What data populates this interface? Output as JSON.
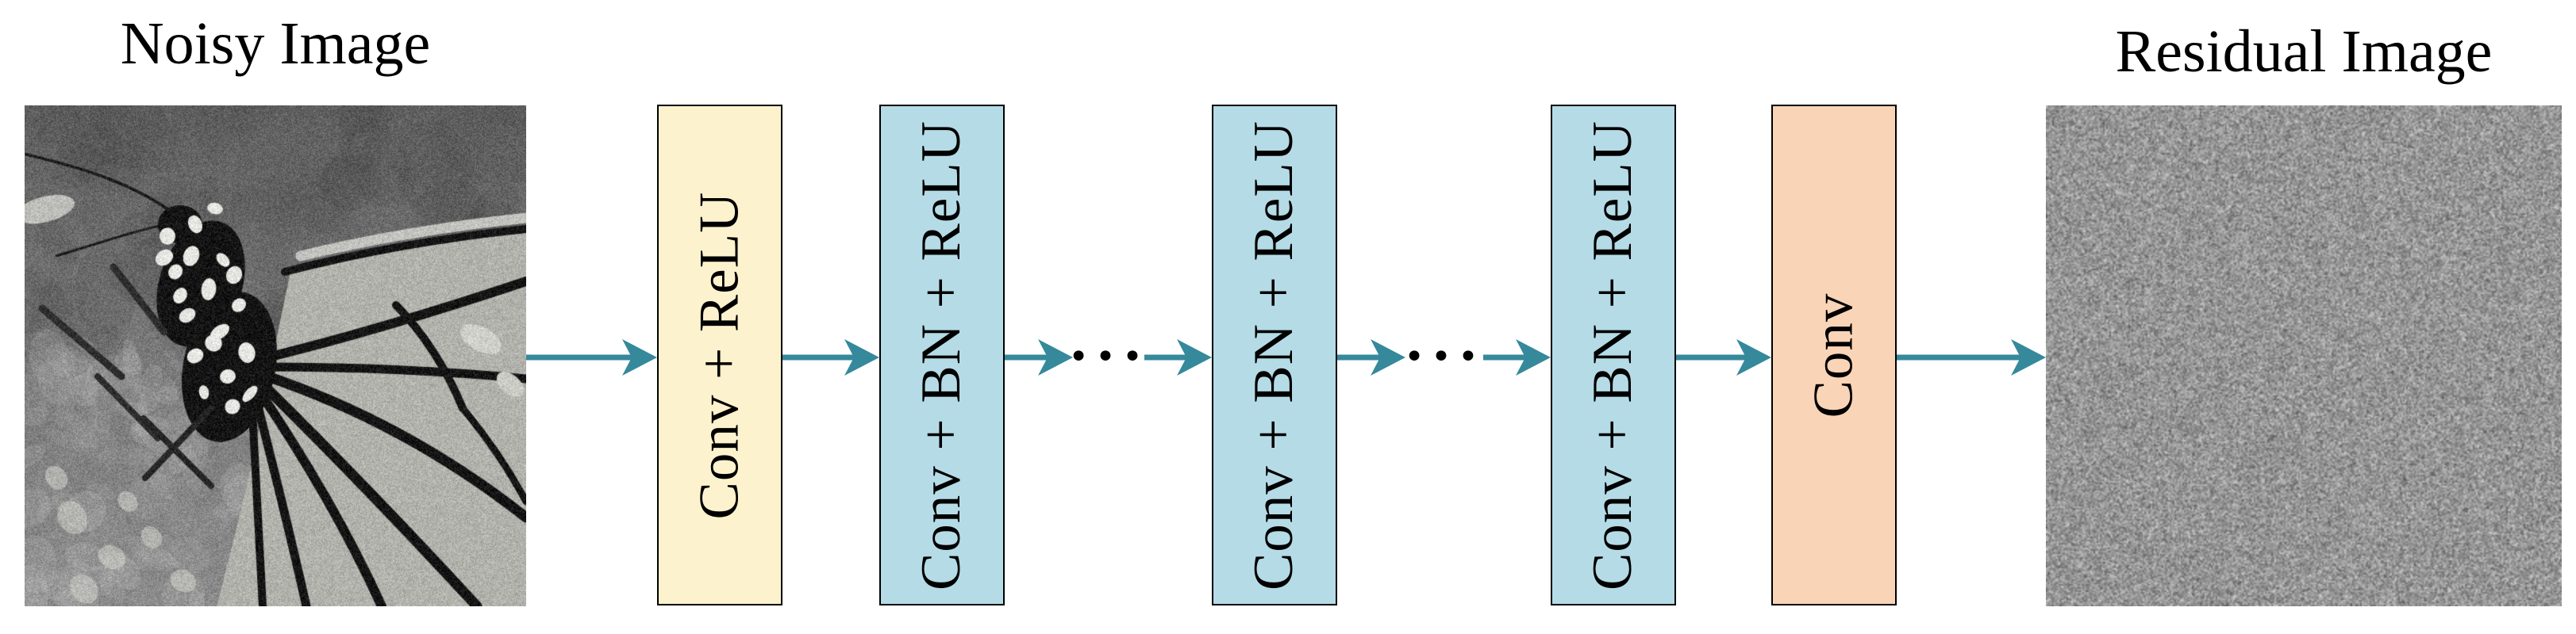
{
  "diagram": {
    "left_title": "Noisy Image",
    "right_title": "Residual Image",
    "layers": [
      {
        "label": "Conv + ReLU",
        "fill": "#FCF2CD"
      },
      {
        "label": "Conv + BN + ReLU",
        "fill": "#B5DBE6"
      },
      {
        "label": "Conv + BN + ReLU",
        "fill": "#B5DBE6"
      },
      {
        "label": "Conv + BN + ReLU",
        "fill": "#B5DBE6"
      },
      {
        "label": "Conv",
        "fill": "#F9D4B6"
      }
    ],
    "ellipsis": "•••",
    "colors": {
      "arrow": "#35899B",
      "box_border": "#000000",
      "text": "#000000"
    }
  }
}
